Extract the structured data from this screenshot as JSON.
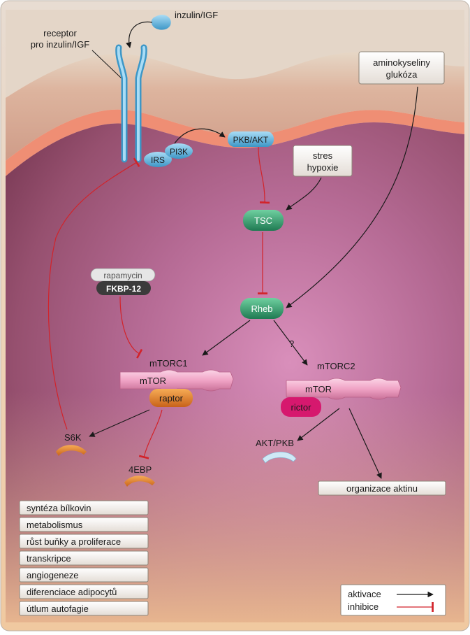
{
  "labels": {
    "ligand": "inzulin/IGF",
    "receptor_line1": "receptor",
    "receptor_line2": "pro inzulin/IGF",
    "irs": "IRS",
    "pi3k": "PI3K",
    "pkb_akt": "PKB/AKT",
    "nutrients_line1": "aminokyseliny",
    "nutrients_line2": "glukóza",
    "stress_line1": "stres",
    "stress_line2": "hypoxie",
    "tsc": "TSC",
    "rheb": "Rheb",
    "question": "?",
    "rapamycin": "rapamycin",
    "fkbp12": "FKBP-12",
    "mtorc1": "mTORC1",
    "mtorc2": "mTORC2",
    "mtor": "mTOR",
    "raptor": "raptor",
    "rictor": "rictor",
    "s6k": "S6K",
    "ebp": "4EBP",
    "akt_pkb": "AKT/PKB",
    "actin": "organizace aktinu"
  },
  "outcomes": [
    "syntéza bílkovin",
    "metabolismus",
    "růst buňky a proliferace",
    "transkripce",
    "angiogeneze",
    "diferenciace adipocytů",
    "útlum autofagie"
  ],
  "legend": {
    "activation": "aktivace",
    "inhibition": "inhibice"
  },
  "colors": {
    "activation": "#1a1a1a",
    "inhibition": "#d2232a",
    "receptor": "#5fb4e0",
    "tsc_rheb": "#2e9a6a",
    "mtor": "#f2a6c6",
    "raptor_s6k": "#e8821e",
    "rictor": "#d6186e",
    "membrane": "#ef8e74"
  }
}
